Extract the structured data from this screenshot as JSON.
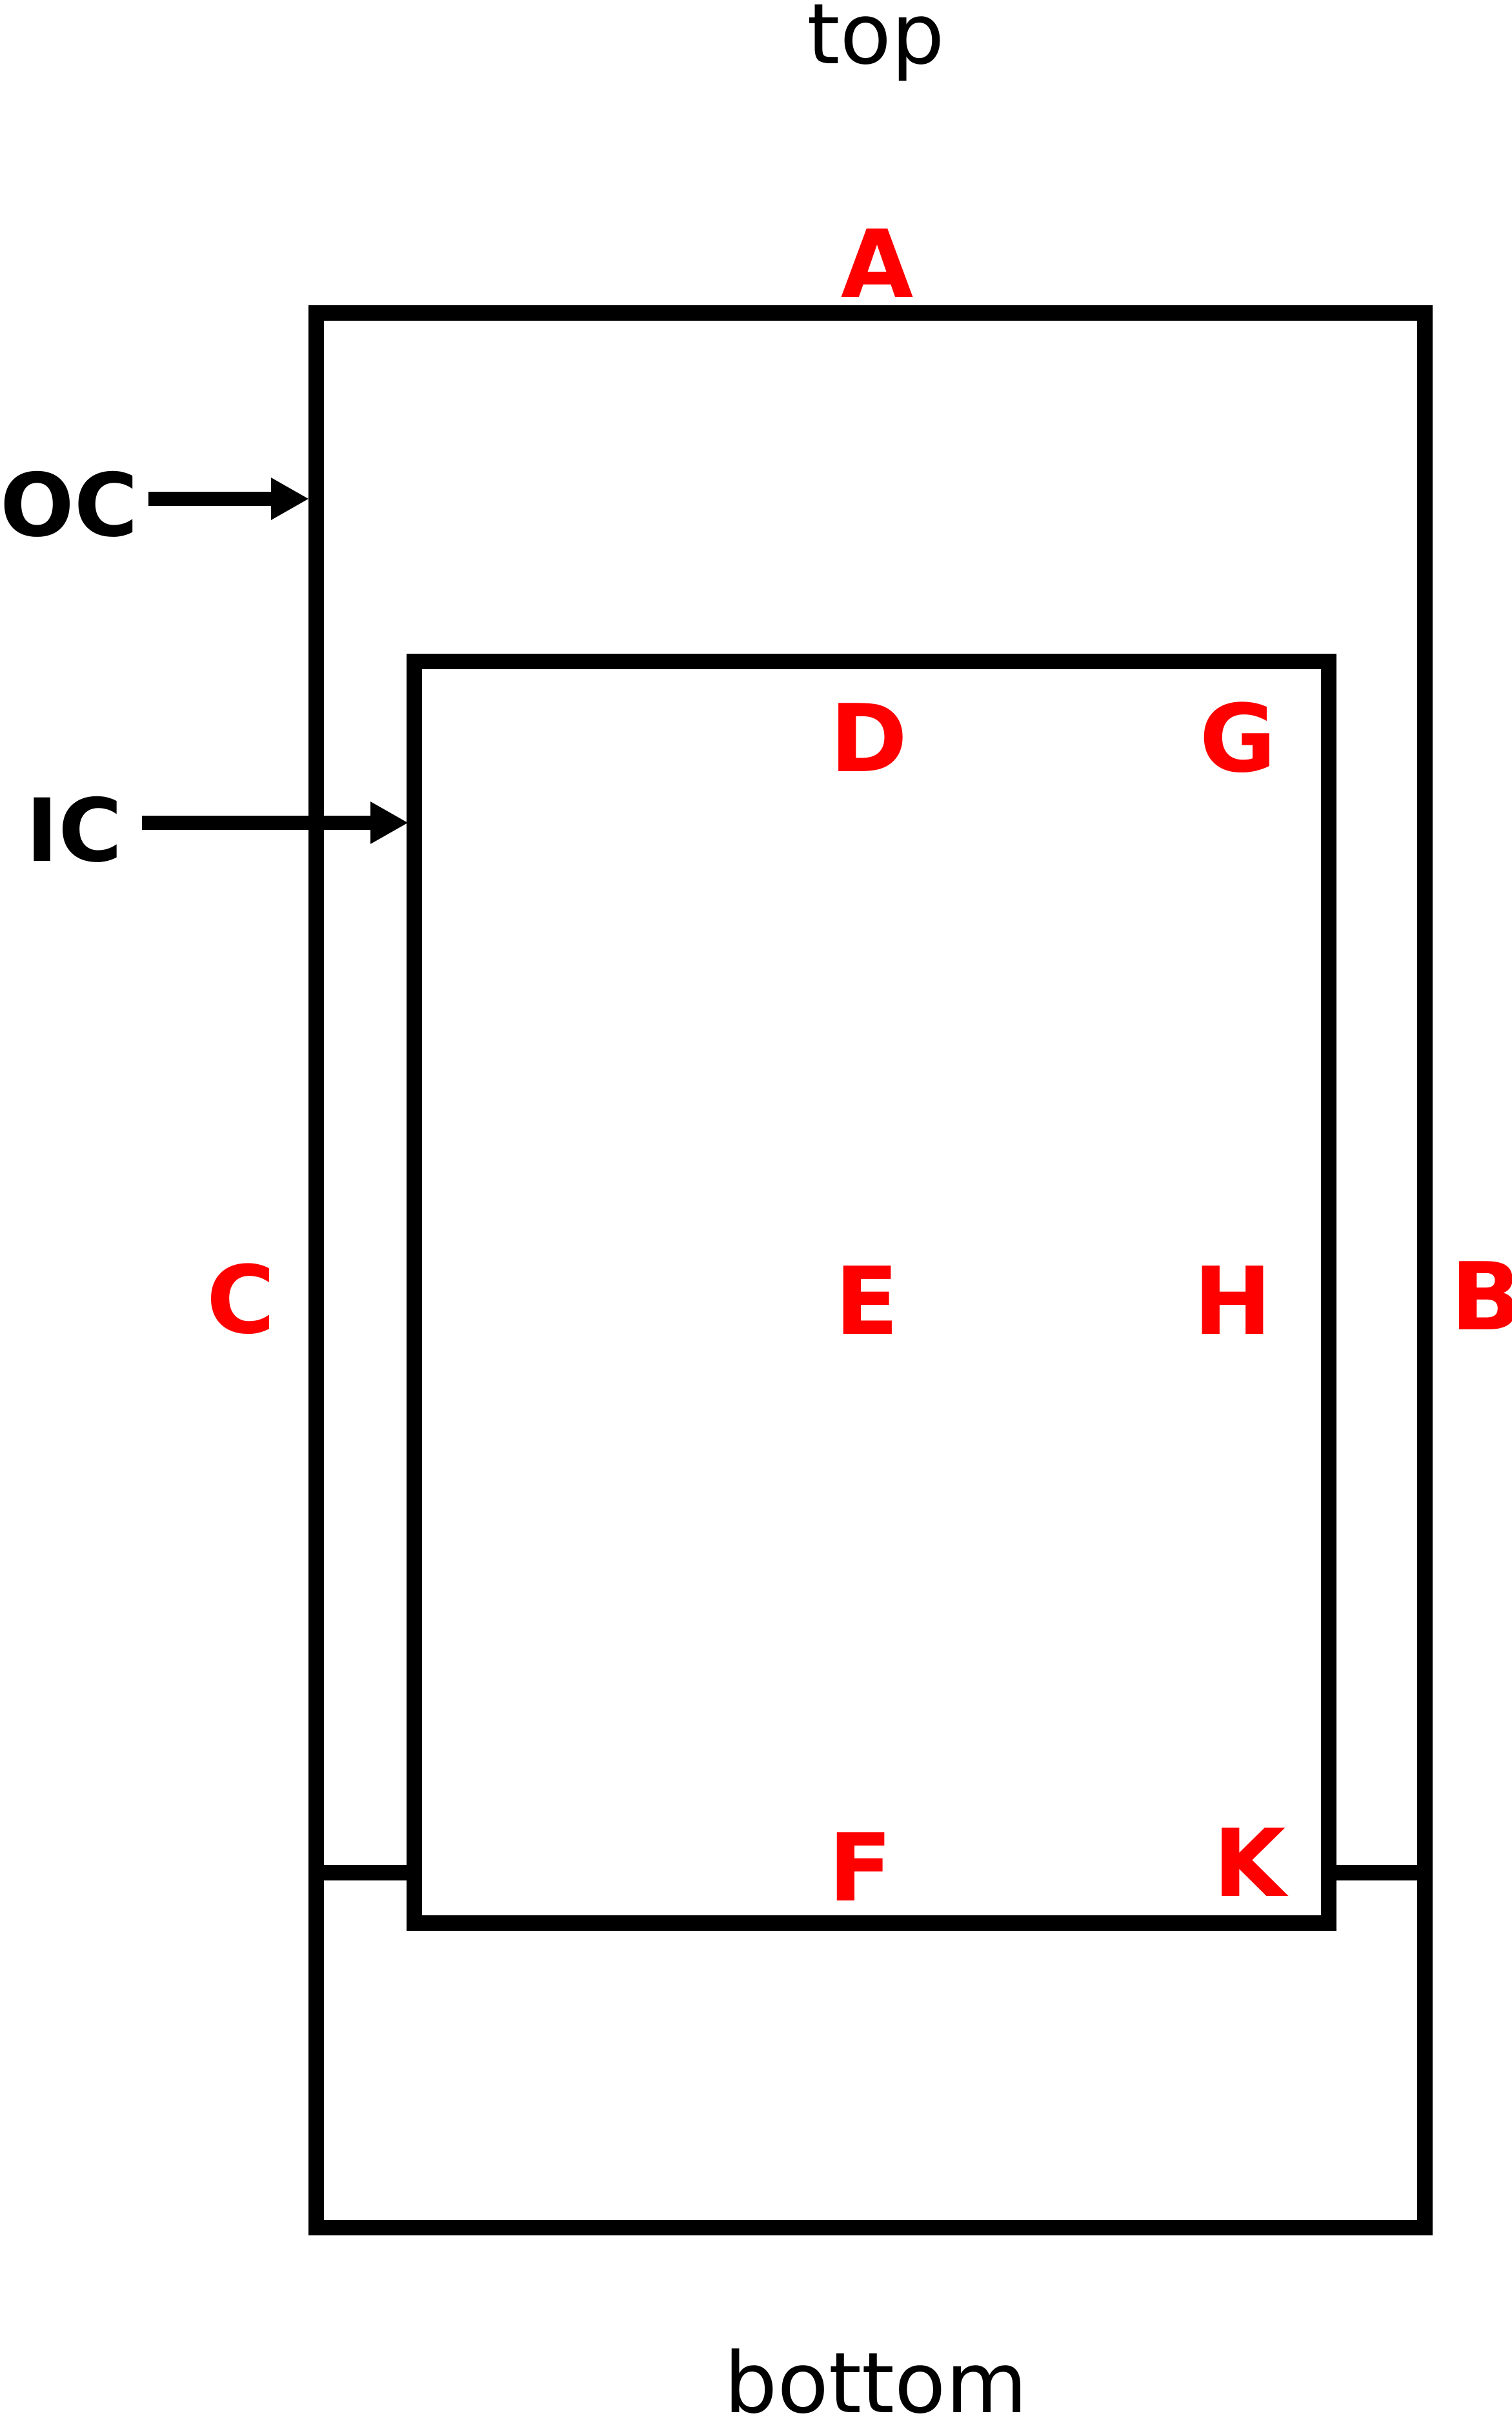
{
  "captions": {
    "top": "top",
    "bottom": "bottom"
  },
  "pointers": {
    "outer": "OC",
    "inner": "IC"
  },
  "letters": {
    "a": "A",
    "b": "B",
    "c": "C",
    "d": "D",
    "e": "E",
    "f": "F",
    "g": "G",
    "h": "H",
    "k": "K"
  },
  "colors": {
    "stroke": "#000000",
    "letter": "#ff0000",
    "background": "#ffffff"
  }
}
